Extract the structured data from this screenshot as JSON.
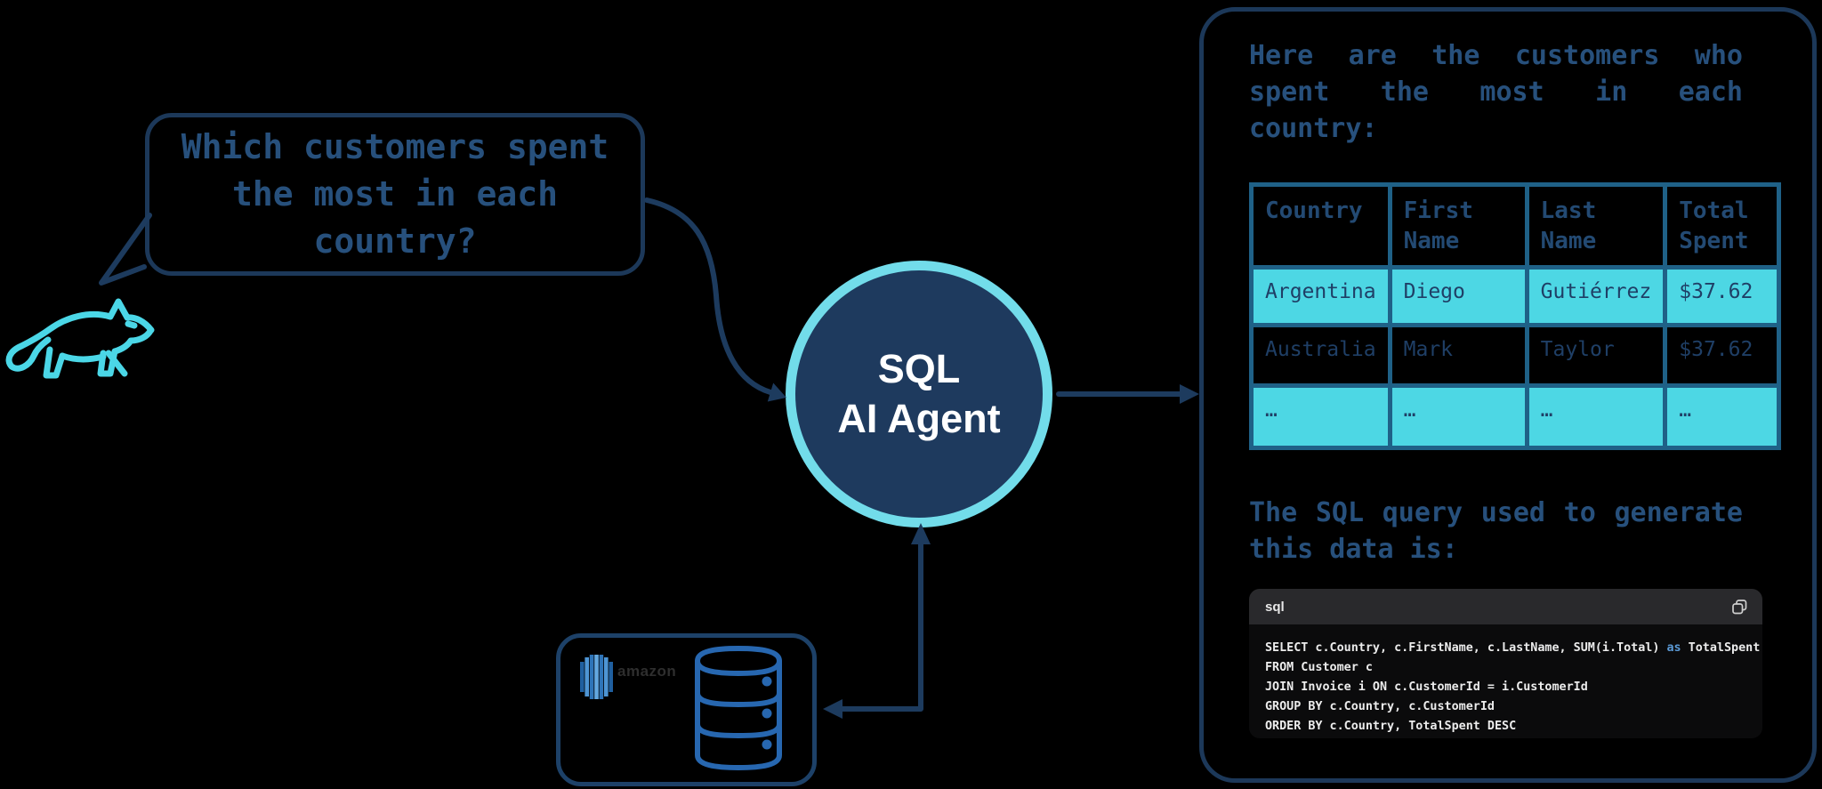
{
  "colors": {
    "background": "#000000",
    "navy_border": "#1c3859",
    "navy_text": "#27507c",
    "arrow_navy": "#1d3b5e",
    "fox_cyan": "#4bd7e7",
    "agent_ring_cyan": "#72dcea",
    "agent_fill": "#1e3a5e",
    "table_border_teal": "#1f6187",
    "table_row_cyan": "#4dd7e4",
    "code_header_bg": "#29292c",
    "code_body_bg": "#0b0b0c",
    "code_text": "#ececec",
    "code_keyword_blue": "#5b9ad6",
    "db_icon_blue": "#2767b0",
    "amazon_text": "#2e2e2e"
  },
  "icons": {
    "fox": "fox-icon",
    "speech_tail": "speech-bubble-tail",
    "database_cylinder": "database-icon",
    "redshift_logo": "amazon-redshift-logo-icon",
    "copy": "copy-icon"
  },
  "speech_bubble": {
    "text": "Which customers spent the most in each country?"
  },
  "agent": {
    "line1": "SQL",
    "line2": "AI Agent"
  },
  "database": {
    "brand_label": "amazon"
  },
  "results_panel": {
    "intro": "Here are the customers who spent the most in each country:",
    "table": {
      "headers": [
        "Country",
        "First Name",
        "Last Name",
        "Total Spent"
      ],
      "rows": [
        [
          "Argentina",
          "Diego",
          "Gutiérrez",
          "$37.62"
        ],
        [
          "Australia",
          "Mark",
          "Taylor",
          "$37.62"
        ],
        [
          "…",
          "…",
          "…",
          "…"
        ]
      ]
    },
    "query_caption": "The SQL query used to generate this data is:",
    "code_block": {
      "language": "sql",
      "lines": {
        "l1_pre": "SELECT c.Country, c.FirstName, c.LastName, SUM(i.Total) ",
        "l1_kw": "as",
        "l1_post": " TotalSpent",
        "l2": "FROM Customer c",
        "l3": "JOIN Invoice i ON c.CustomerId = i.CustomerId",
        "l4": "GROUP BY c.Country, c.CustomerId",
        "l5": "ORDER BY c.Country, TotalSpent DESC"
      }
    }
  }
}
